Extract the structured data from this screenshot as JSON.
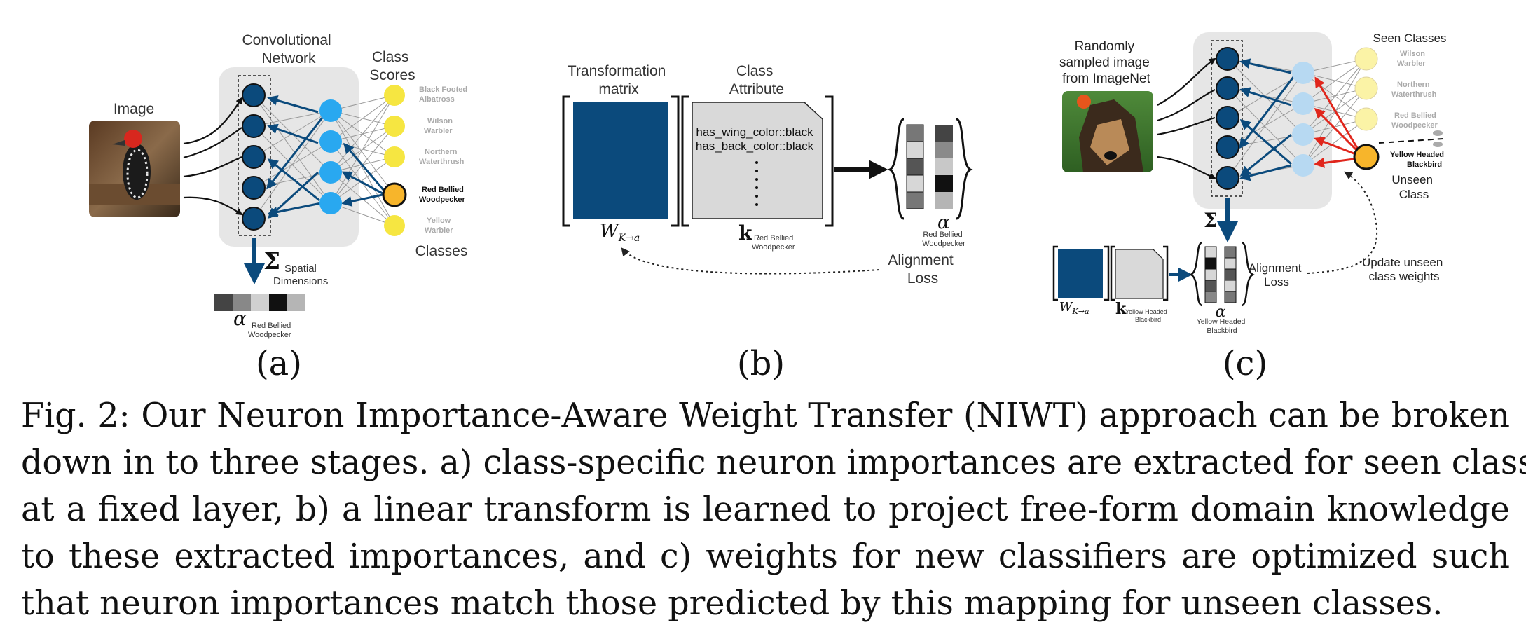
{
  "panel_a": {
    "cnn_title_1": "Convolutional",
    "cnn_title_2": "Network",
    "image_label": "Image",
    "scores_1": "Class",
    "scores_2": "Scores",
    "class_names": [
      [
        "Black Footed",
        "Albatross"
      ],
      [
        "Wilson",
        "Warbler"
      ],
      [
        "Northern",
        "Waterthrush"
      ],
      [
        "Red Bellied",
        "Woodpecker"
      ],
      [
        "Yellow",
        "Warbler"
      ]
    ],
    "classes_label": "Classes",
    "sigma": "Σ",
    "spatial_1": "Spatial",
    "spatial_2": "Dimensions",
    "alpha": "α",
    "alpha_sub_1": "Red Bellied",
    "alpha_sub_2": "Woodpecker",
    "panel_label": "(a)"
  },
  "panel_b": {
    "transform_1": "Transformation",
    "transform_2": "matrix",
    "attr_1": "Class",
    "attr_2": "Attribute",
    "attr_line_1": "has_wing_color::black",
    "attr_line_2": "has_back_color::black",
    "W_label": "W",
    "W_sub": "K→a",
    "k_label": "k",
    "k_sub_1": "Red Bellied",
    "k_sub_2": "Woodpecker",
    "alpha": "α",
    "alpha_sub_1": "Red Bellied",
    "alpha_sub_2": "Woodpecker",
    "loss_1": "Alignment",
    "loss_2": "Loss",
    "panel_label": "(b)"
  },
  "panel_c": {
    "random_1": "Randomly",
    "random_2": "sampled image",
    "random_3": "from ImageNet",
    "seen_label": "Seen Classes",
    "seen_names": [
      [
        "Wilson",
        "Warbler"
      ],
      [
        "Northern",
        "Waterthrush"
      ],
      [
        "Red Bellied",
        "Woodpecker"
      ]
    ],
    "unseen_name_1": "Yellow Headed",
    "unseen_name_2": "Blackbird",
    "unseen_1": "Unseen",
    "unseen_2": "Class",
    "sigma": "Σ",
    "W_label": "W",
    "W_sub": "K→a",
    "k_label": "k",
    "k_sub_1": "Yellow Headed",
    "k_sub_2": "Blackbird",
    "alpha": "α",
    "alpha_sub_1": "Yellow Headed",
    "alpha_sub_2": "Blackbird",
    "loss_1": "Alignment",
    "loss_2": "Loss",
    "update_1": "Update unseen",
    "update_2": "class weights",
    "panel_label": "(c)"
  },
  "colors": {
    "dark_blue": "#0b4a7c",
    "mid_blue": "#29a8f0",
    "light_blue": "#b7d9f2",
    "yellow": "#f6e641",
    "pale_yellow": "#fbf3a6",
    "orange": "#f7b52b",
    "red": "#e0261c",
    "panel_gray": "#e6e6e6",
    "attr_gray": "#d9d9d9"
  },
  "caption": {
    "lines": [
      "Fig. 2: Our Neuron Importance-Aware Weight Transfer (NIWT) approach can be broken",
      "down in to three stages. a) class-specific neuron importances are extracted for seen classes",
      "at a fixed layer, b) a linear transform is learned to project free-form domain knowledge",
      "to these extracted importances, and c) weights for new classifiers are optimized such",
      "that neuron importances match those predicted by this mapping for unseen classes."
    ]
  }
}
